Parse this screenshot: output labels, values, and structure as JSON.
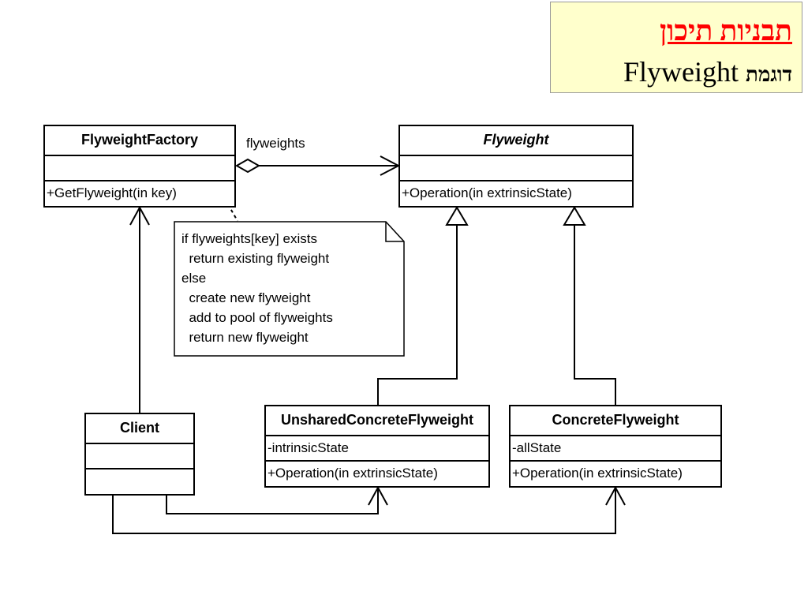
{
  "title": {
    "main": "תבניות תיכון",
    "sub_hebrew": "דוגמת",
    "sub_latin": "Flyweight"
  },
  "classes": {
    "flyweight_factory": {
      "name": "FlyweightFactory",
      "attributes": "",
      "operations": "+GetFlyweight(in key)"
    },
    "flyweight": {
      "name": "Flyweight",
      "attributes": "",
      "operations": "+Operation(in extrinsicState)"
    },
    "client": {
      "name": "Client",
      "attributes": "",
      "operations": ""
    },
    "unshared": {
      "name": "UnsharedConcreteFlyweight",
      "attributes": "-intrinsicState",
      "operations": "+Operation(in extrinsicState)"
    },
    "concrete": {
      "name": "ConcreteFlyweight",
      "attributes": "-allState",
      "operations": "+Operation(in extrinsicState)"
    }
  },
  "association": {
    "label": "flyweights"
  },
  "note": {
    "text": "if flyweights[key] exists\n  return existing flyweight\nelse\n  create new flyweight\n  add to pool of flyweights\n  return new flyweight"
  }
}
